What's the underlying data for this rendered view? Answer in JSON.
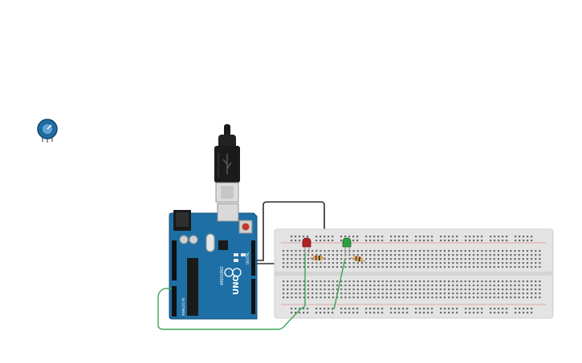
{
  "board": {
    "brand": "ARDUINO",
    "model": "UNO",
    "pin_label_left": "ANALOG IN",
    "pin_label_right": "DIGITAL"
  },
  "colors": {
    "background": "#ffffff",
    "board": "#1e6fa5",
    "breadboard": "#e3e3e3",
    "wire_black": "#2b2b2b",
    "wire_green": "#3aa655",
    "led_red": "#b22222",
    "led_green": "#2e9e3e",
    "potentiometer": "#1e6fa5"
  },
  "components": [
    {
      "name": "potentiometer",
      "icon": "potentiometer-icon"
    },
    {
      "name": "usb-cable",
      "icon": "usb-plug-icon"
    },
    {
      "name": "arduino-uno",
      "icon": "arduino-board-icon"
    },
    {
      "name": "breadboard",
      "icon": "breadboard-icon"
    },
    {
      "name": "led-red",
      "icon": "led-icon"
    },
    {
      "name": "led-green",
      "icon": "led-icon"
    },
    {
      "name": "resistor-1",
      "icon": "resistor-icon"
    },
    {
      "name": "resistor-2",
      "icon": "resistor-icon"
    }
  ]
}
